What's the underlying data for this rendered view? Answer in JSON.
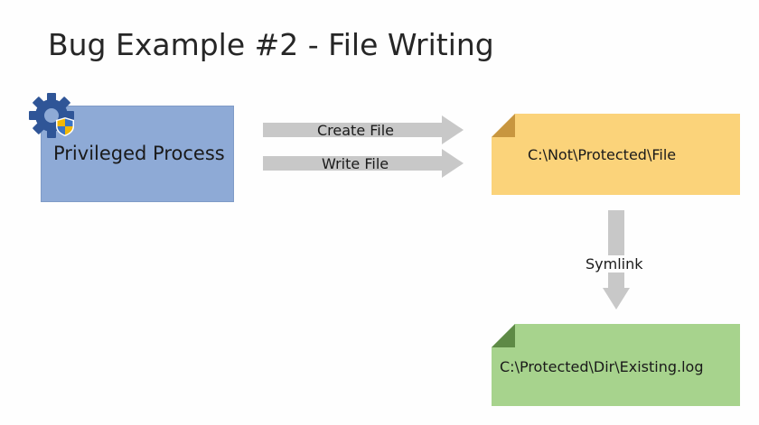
{
  "slide": {
    "title": "Bug Example #2 - File Writing"
  },
  "process": {
    "label": "Privileged Process",
    "fill": "#8eaad6"
  },
  "arrows": {
    "create_label": "Create File",
    "write_label": "Write File",
    "symlink_label": "Symlink",
    "color": "#c8c8c8"
  },
  "files": {
    "unprotected": {
      "label": "C:\\Not\\Protected\\File",
      "fill": "#fbd37a",
      "corner": "#c8963f"
    },
    "protected": {
      "label": "C:\\Protected\\Dir\\Existing.log",
      "fill": "#a7d38d",
      "corner": "#5e8a46"
    }
  },
  "icons": {
    "process_icon": "gear-shield-icon"
  }
}
